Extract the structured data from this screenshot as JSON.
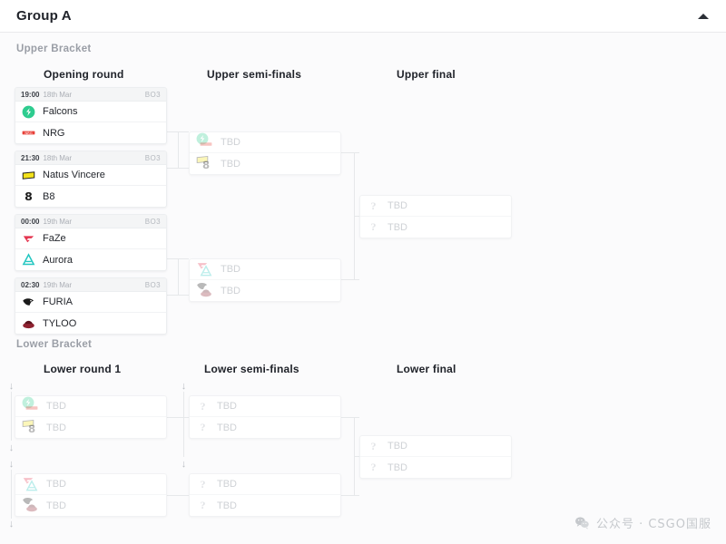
{
  "header": {
    "title": "Group A",
    "collapse_icon": "chevron-up-icon"
  },
  "watermark": {
    "icon": "wechat-icon",
    "text": "公众号 · CSGO国服"
  },
  "upper_bracket": {
    "label": "Upper Bracket",
    "rounds": [
      {
        "title": "Opening round"
      },
      {
        "title": "Upper semi-finals"
      },
      {
        "title": "Upper final"
      }
    ],
    "opening_round": [
      {
        "time": "19:00",
        "date": "18th Mar",
        "format": "BO3",
        "teams": [
          {
            "name": "Falcons",
            "logo": "falcons-logo"
          },
          {
            "name": "NRG",
            "logo": "nrg-logo"
          }
        ]
      },
      {
        "time": "21:30",
        "date": "18th Mar",
        "format": "BO3",
        "teams": [
          {
            "name": "Natus Vincere",
            "logo": "navi-logo"
          },
          {
            "name": "B8",
            "logo": "b8-logo"
          }
        ]
      },
      {
        "time": "00:00",
        "date": "19th Mar",
        "format": "BO3",
        "teams": [
          {
            "name": "FaZe",
            "logo": "faze-logo"
          },
          {
            "name": "Aurora",
            "logo": "aurora-logo"
          }
        ]
      },
      {
        "time": "02:30",
        "date": "19th Mar",
        "format": "BO3",
        "teams": [
          {
            "name": "FURIA",
            "logo": "furia-logo"
          },
          {
            "name": "TYLOO",
            "logo": "tyloo-logo"
          }
        ]
      }
    ],
    "semi_finals": [
      {
        "teams": [
          {
            "name": "TBD",
            "logo": "falcons-nrg-stack"
          },
          {
            "name": "TBD",
            "logo": "navi-b8-stack"
          }
        ]
      },
      {
        "teams": [
          {
            "name": "TBD",
            "logo": "faze-aurora-stack"
          },
          {
            "name": "TBD",
            "logo": "furia-tyloo-stack"
          }
        ]
      }
    ],
    "final": [
      {
        "teams": [
          {
            "name": "TBD",
            "logo": "question-icon"
          },
          {
            "name": "TBD",
            "logo": "question-icon"
          }
        ]
      }
    ]
  },
  "lower_bracket": {
    "label": "Lower Bracket",
    "rounds": [
      {
        "title": "Lower round 1"
      },
      {
        "title": "Lower semi-finals"
      },
      {
        "title": "Lower final"
      }
    ],
    "round1": [
      {
        "teams": [
          {
            "name": "TBD",
            "logo": "falcons-nrg-stack"
          },
          {
            "name": "TBD",
            "logo": "navi-b8-stack"
          }
        ]
      },
      {
        "teams": [
          {
            "name": "TBD",
            "logo": "faze-aurora-stack"
          },
          {
            "name": "TBD",
            "logo": "furia-tyloo-stack"
          }
        ]
      }
    ],
    "semi_finals": [
      {
        "teams": [
          {
            "name": "TBD",
            "logo": "question-icon"
          },
          {
            "name": "TBD",
            "logo": "question-icon"
          }
        ]
      },
      {
        "teams": [
          {
            "name": "TBD",
            "logo": "question-icon"
          },
          {
            "name": "TBD",
            "logo": "question-icon"
          }
        ]
      }
    ],
    "final": [
      {
        "teams": [
          {
            "name": "TBD",
            "logo": "question-icon"
          },
          {
            "name": "TBD",
            "logo": "question-icon"
          }
        ]
      }
    ]
  },
  "colors": {
    "falcons": "#2ecc8f",
    "nrg": "#e8413a",
    "navi": "#f3e21a",
    "b8": "#1b1b1b",
    "faze": "#e4344f",
    "aurora": "#23c6c0",
    "furia": "#1a1a1a",
    "tyloo": "#8f2230",
    "card_border": "#eceef0",
    "connector": "#e6e8ea",
    "tbd_text": "#cfd2d6"
  }
}
